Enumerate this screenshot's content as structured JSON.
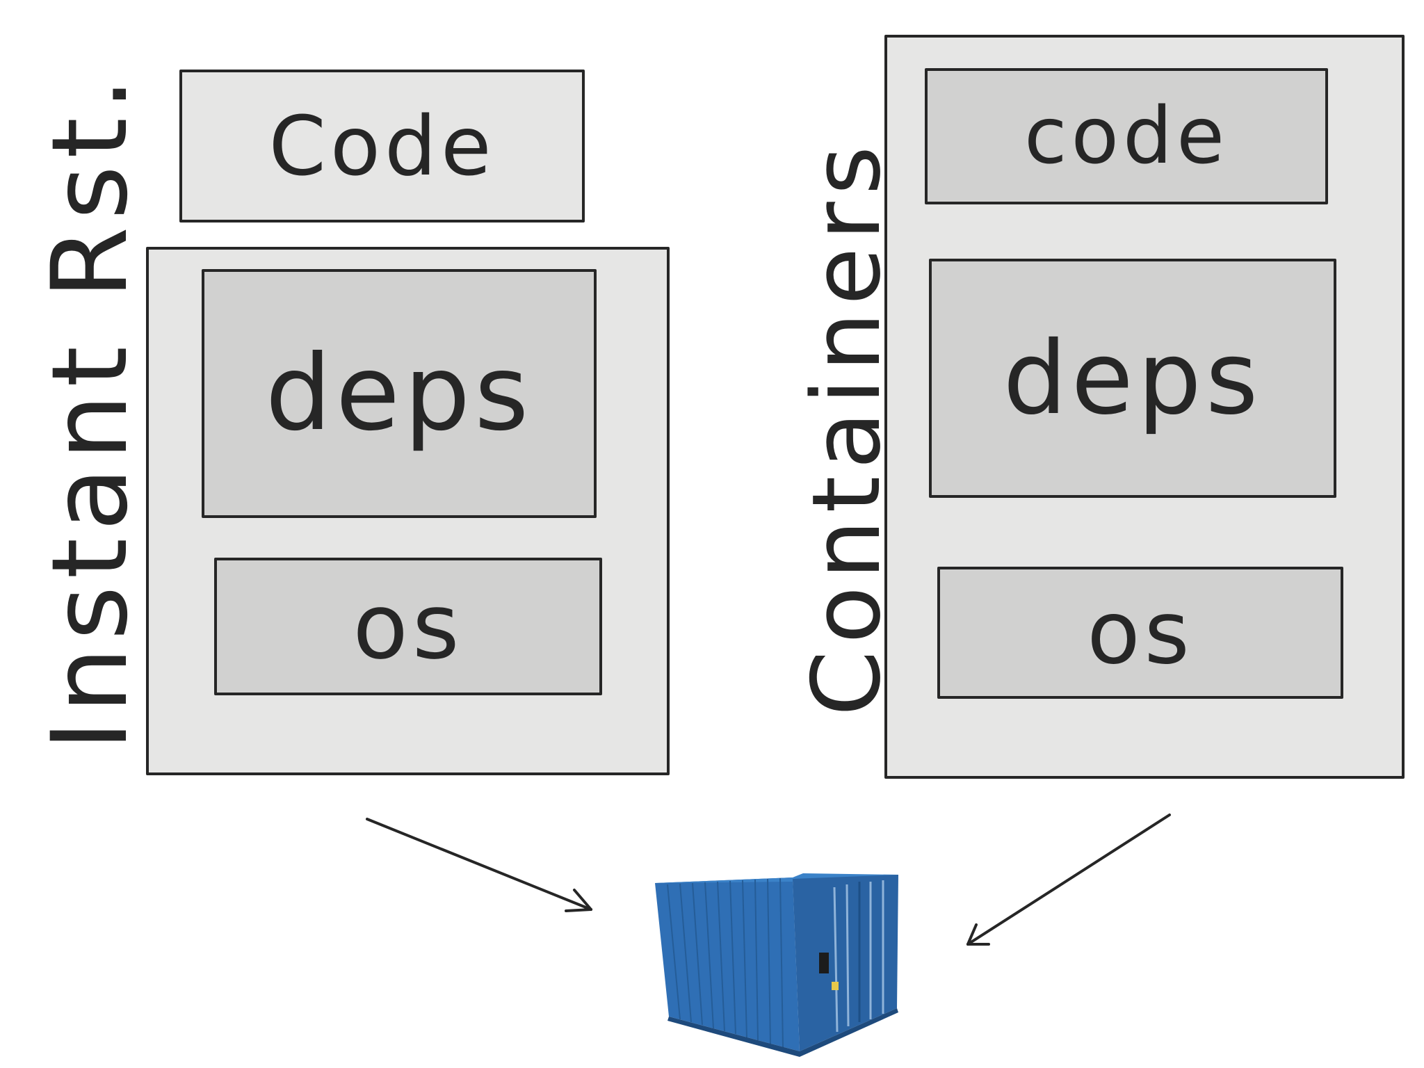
{
  "left_stack": {
    "title": "Instant Rst.",
    "layers": {
      "code": "Code",
      "deps": "deps",
      "os": "os"
    }
  },
  "right_stack": {
    "title": "Containers",
    "layers": {
      "code": "code",
      "deps": "deps",
      "os": "os"
    }
  },
  "container_image": {
    "icon": "shipping-container-icon",
    "color": "#2f6fb5"
  },
  "colors": {
    "outer_fill": "#e6e6e5",
    "inner_fill": "#d1d1d0",
    "stroke": "#262626"
  }
}
